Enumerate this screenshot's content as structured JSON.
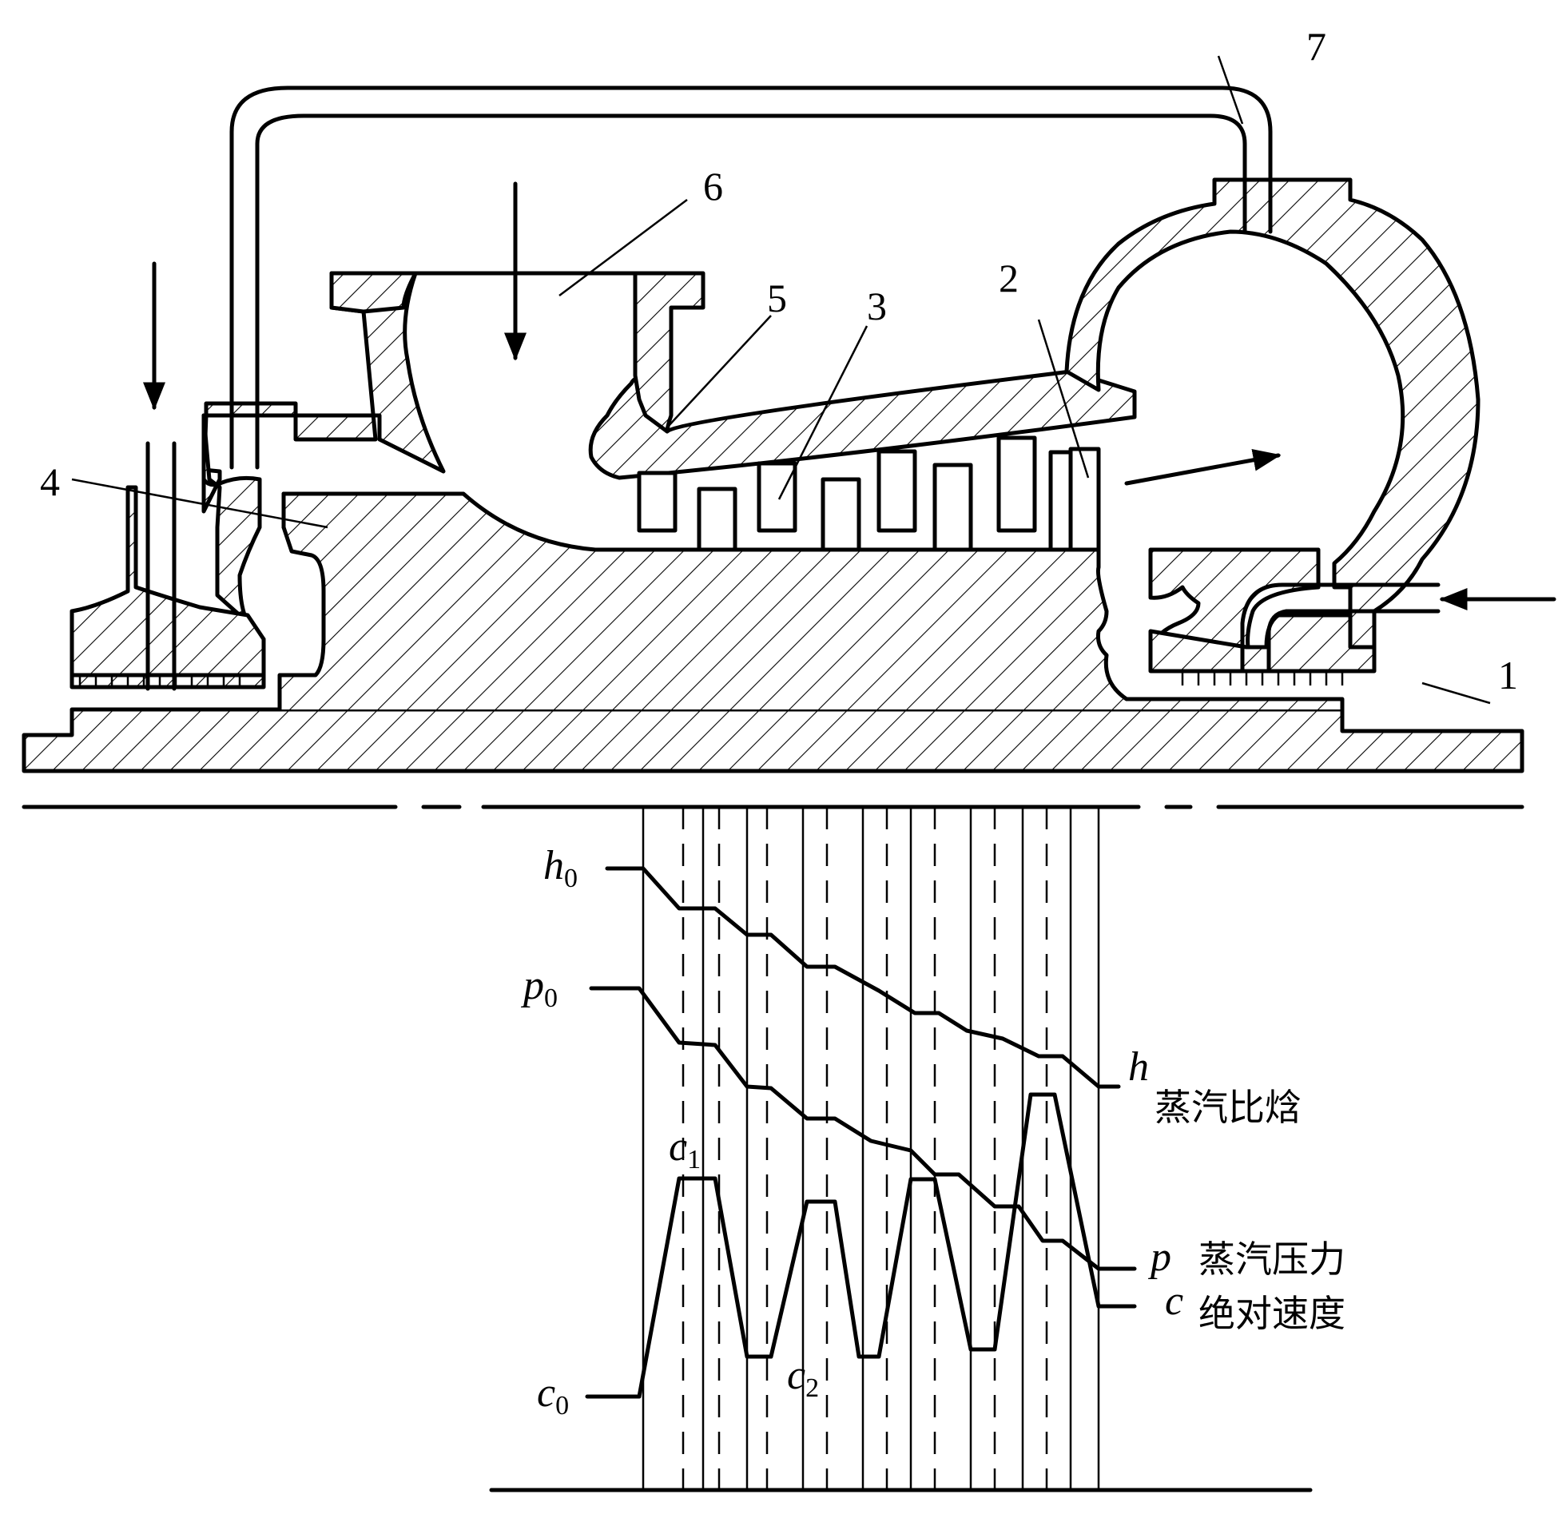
{
  "labels": {
    "l1": "1",
    "l2": "2",
    "l3": "3",
    "l4": "4",
    "l5": "5",
    "l6": "6",
    "l7": "7"
  },
  "curves": {
    "h0": {
      "sym": "h",
      "sub": "0"
    },
    "p0": {
      "sym": "p",
      "sub": "0"
    },
    "c0": {
      "sym": "c",
      "sub": "0"
    },
    "c1": {
      "sym": "c",
      "sub": "1"
    },
    "c2": {
      "sym": "c",
      "sub": "2"
    },
    "h": {
      "sym": "h",
      "caption": "蒸汽比焓"
    },
    "p": {
      "sym": "p",
      "caption": "蒸汽压力"
    },
    "c": {
      "sym": "c",
      "caption": "绝对速度"
    }
  }
}
